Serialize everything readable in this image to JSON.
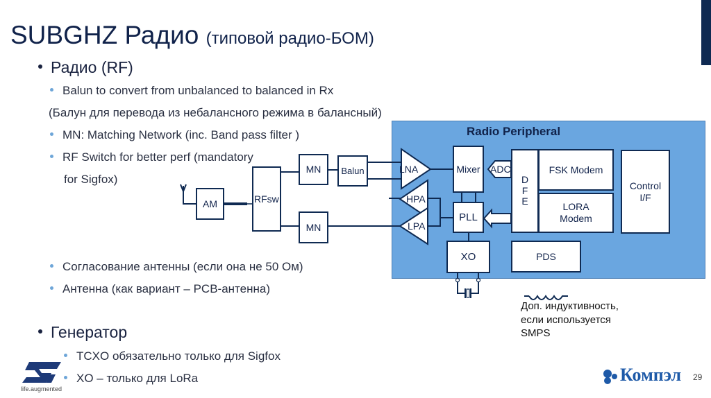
{
  "title": {
    "main": "SUBGHZ Радио",
    "sub": "(типовой радио-БОМ)"
  },
  "bullets": {
    "radio": "Радио (RF)",
    "balun": "Balun to convert from unbalanced to balanced in Rx",
    "balun_ru": "(Балун для перевода из небалансного режима в балансный)",
    "mn": "MN: Matching Network (inc. Band pass filter )",
    "rfsw_1": "RF Switch for better perf (mandatory",
    "rfsw_2": "for Sigfox)",
    "ant_match": "Согласование антенны (если она не 50 Ом)",
    "antenna": "Антенна  (как вариант – PCB-антенна)",
    "generator": "Генератор",
    "tcxo": "TCXO обязательно только для Sigfox",
    "xo": "XO – только для LoRa"
  },
  "diagram": {
    "peripheral_title": "Radio Peripheral",
    "blocks": {
      "am": "AM",
      "rfsw": "RFsw",
      "mn_top": "MN",
      "mn_bottom": "MN",
      "balun": "Balun",
      "lna": "LNA",
      "hpa": "HPA",
      "lpa": "LPA",
      "mixer": "Mixer",
      "adc": "ADC",
      "pll": "PLL",
      "xo": "XO",
      "dfe": "D\nF\nE",
      "fsk": "FSK Modem",
      "lora_1": "LORA",
      "lora_2": "Modem",
      "control_1": "Control",
      "control_2": "I/F",
      "pds": "PDS"
    },
    "inductor_note": [
      "Доп. индуктивность,",
      "если используется",
      "SMPS"
    ]
  },
  "footer": {
    "st_tagline": "life.augmented",
    "brand": "Компэл",
    "page": "29"
  },
  "colors": {
    "dark_navy": "#0f2a52",
    "peripheral_blue": "#6aa6e0",
    "bullet_blue": "#6ea6d8",
    "brand_blue": "#1e5aa8"
  }
}
